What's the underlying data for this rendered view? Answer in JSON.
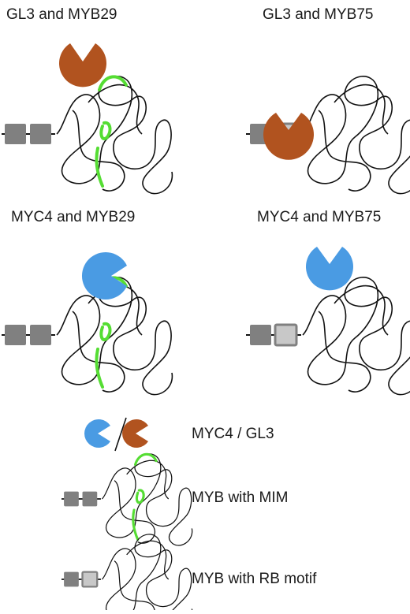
{
  "panels": [
    {
      "title": "GL3 and MYB29"
    },
    {
      "title": "GL3 and MYB75"
    },
    {
      "title": "MYC4 and MYB29"
    },
    {
      "title": "MYC4 and MYB75"
    }
  ],
  "legend": {
    "factors_label": "MYC4 / GL3",
    "mim_label": "MYB with MIM",
    "rb_label": "MYB with RB motif"
  },
  "colors": {
    "myc4": "#4a9be3",
    "gl3": "#b1531f",
    "mim_green": "#55dd33",
    "box_dark": "#808080",
    "box_light": "#c8c8c8",
    "line": "#111111"
  },
  "icons": {
    "factor_shape": "pacman-wedge",
    "domain_box": "rounded-square"
  }
}
